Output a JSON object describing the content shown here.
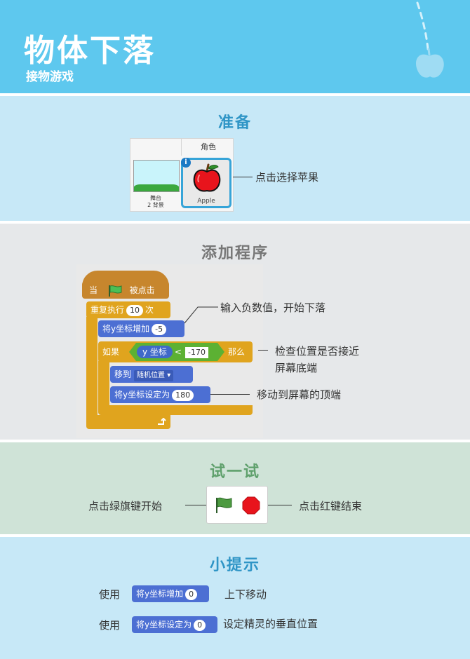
{
  "header": {
    "title": "物体下落",
    "subtitle": "接物游戏"
  },
  "prep": {
    "title": "准备",
    "sprite_panel": {
      "header_label": "角色",
      "stage_label": "舞台",
      "stage_backdrops": "2 背景",
      "sprite_name": "Apple",
      "info_icon": "i"
    },
    "note": "点击选择苹果"
  },
  "program": {
    "title": "添加程序",
    "blocks": {
      "when_label": "当",
      "clicked_label": "被点击",
      "repeat_label": "重复执行",
      "repeat_count": "10",
      "repeat_unit": "次",
      "change_y_label": "将y坐标增加",
      "change_y_value": "-5",
      "if_label": "如果",
      "y_position_label": "y 坐标",
      "lt_symbol": "<",
      "compare_value": "-170",
      "then_label": "那么",
      "goto_label": "移到",
      "goto_option": "随机位置",
      "set_y_label": "将y坐标设定为",
      "set_y_value": "180"
    },
    "notes": {
      "negative_value": "输入负数值，开始下落",
      "check_position_line1": "检查位置是否接近",
      "check_position_line2": "屏幕底端",
      "move_top": "移动到屏幕的顶端"
    }
  },
  "try": {
    "title": "试一试",
    "left_note": "点击绿旗键开始",
    "right_note": "点击红键结束"
  },
  "tips": {
    "title": "小提示",
    "rows": [
      {
        "use_label": "使用",
        "block_label": "将y坐标增加",
        "block_value": "0",
        "description": "上下移动"
      },
      {
        "use_label": "使用",
        "block_label": "将y坐标设定为",
        "block_value": "0",
        "description": "设定精灵的垂直位置"
      }
    ]
  },
  "colors": {
    "header_bg": "#5ec8ee",
    "light_blue_bg": "#c7e8f7",
    "gray_bg": "#e6e8ea",
    "green_bg": "#cfe3d7",
    "event_block": "#c7862d",
    "control_block": "#e0a41e",
    "motion_block": "#4c6fd3",
    "operator_block": "#5cb133"
  }
}
